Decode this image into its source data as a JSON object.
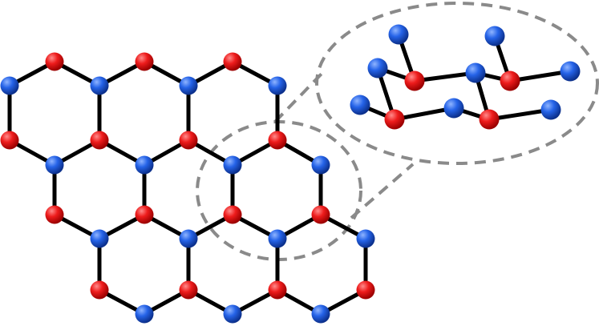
{
  "colors": {
    "atom_a": "#e8141b",
    "atom_b": "#1f5fe0",
    "bond": "#000000",
    "callout": "#8a8a8a",
    "background": "#ffffff"
  },
  "lattice": {
    "description_type": "honeycomb",
    "atom_kinds": [
      "atom_a",
      "atom_b"
    ]
  },
  "zoom": {
    "description_type": "puckered-hexagon-side-view",
    "atom_kinds": [
      "atom_a",
      "atom_b"
    ]
  }
}
